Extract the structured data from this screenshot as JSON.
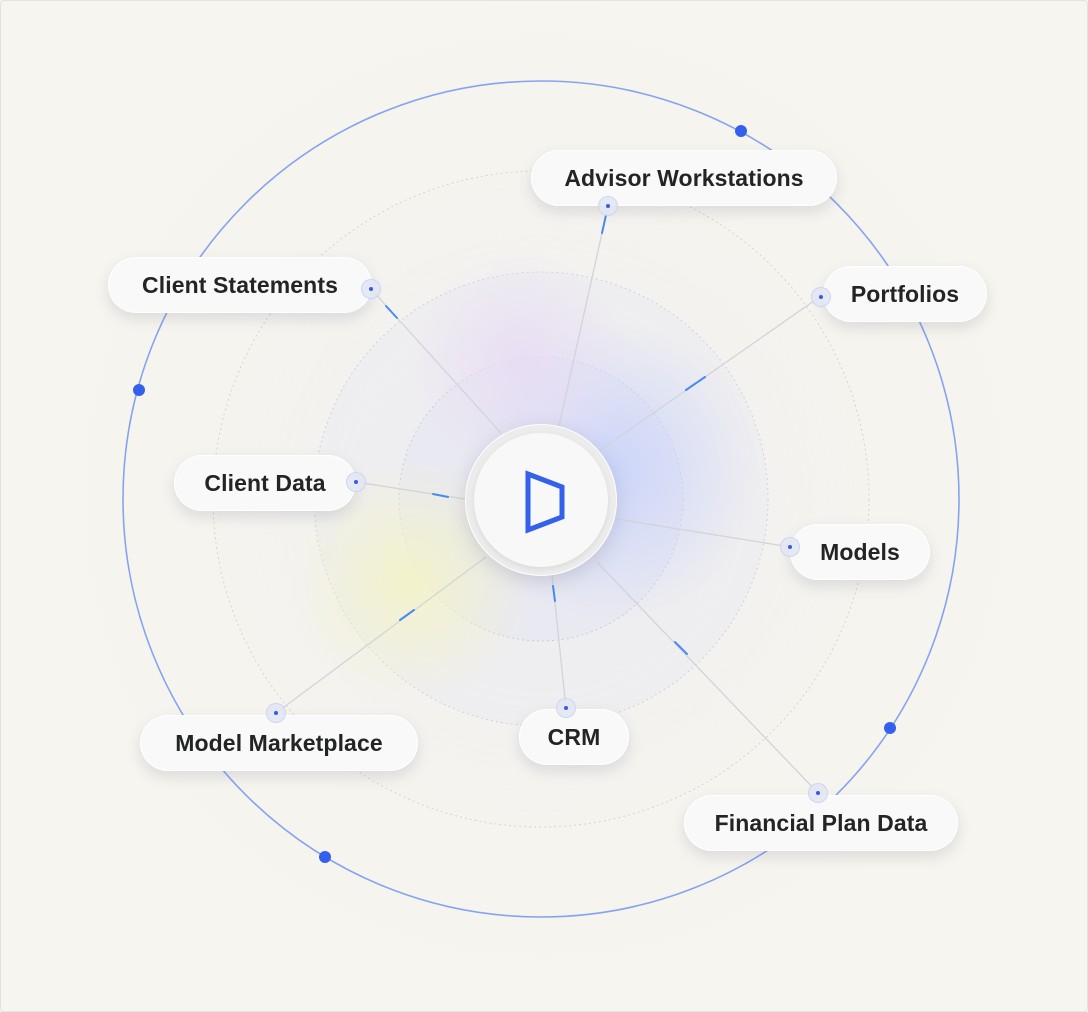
{
  "colors": {
    "accent": "#3461ec",
    "outer_ring": "#86a3f0",
    "pill_text": "#232426",
    "background": "#f5f4ef"
  },
  "hub": {
    "icon": "brand-logo-icon"
  },
  "nodes": [
    {
      "id": "advisor-workstations",
      "label": "Advisor Workstations"
    },
    {
      "id": "portfolios",
      "label": "Portfolios"
    },
    {
      "id": "client-statements",
      "label": "Client Statements"
    },
    {
      "id": "client-data",
      "label": "Client Data"
    },
    {
      "id": "models",
      "label": "Models"
    },
    {
      "id": "model-marketplace",
      "label": "Model Marketplace"
    },
    {
      "id": "crm",
      "label": "CRM"
    },
    {
      "id": "financial-plan-data",
      "label": "Financial Plan Data"
    }
  ]
}
